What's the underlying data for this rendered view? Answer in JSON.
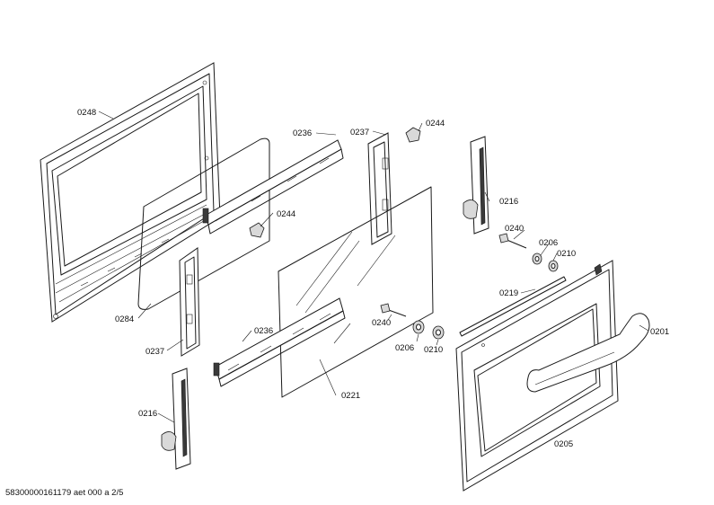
{
  "footer": {
    "doc_ref": "58300000161179 aet 000 a 2/5"
  },
  "callouts": {
    "p0248": "0248",
    "p0236a": "0236",
    "p0237a": "0237",
    "p0244a": "0244",
    "p0216a": "0216",
    "p0244b": "0244",
    "p0240a": "0240",
    "p0206a": "0206",
    "p0210a": "0210",
    "p0219": "0219",
    "p0284": "0284",
    "p0236b": "0236",
    "p0240b": "0240",
    "p0201": "0201",
    "p0237b": "0237",
    "p0206b": "0206",
    "p0210b": "0210",
    "p0221": "0221",
    "p0216b": "0216",
    "p0205": "0205"
  }
}
